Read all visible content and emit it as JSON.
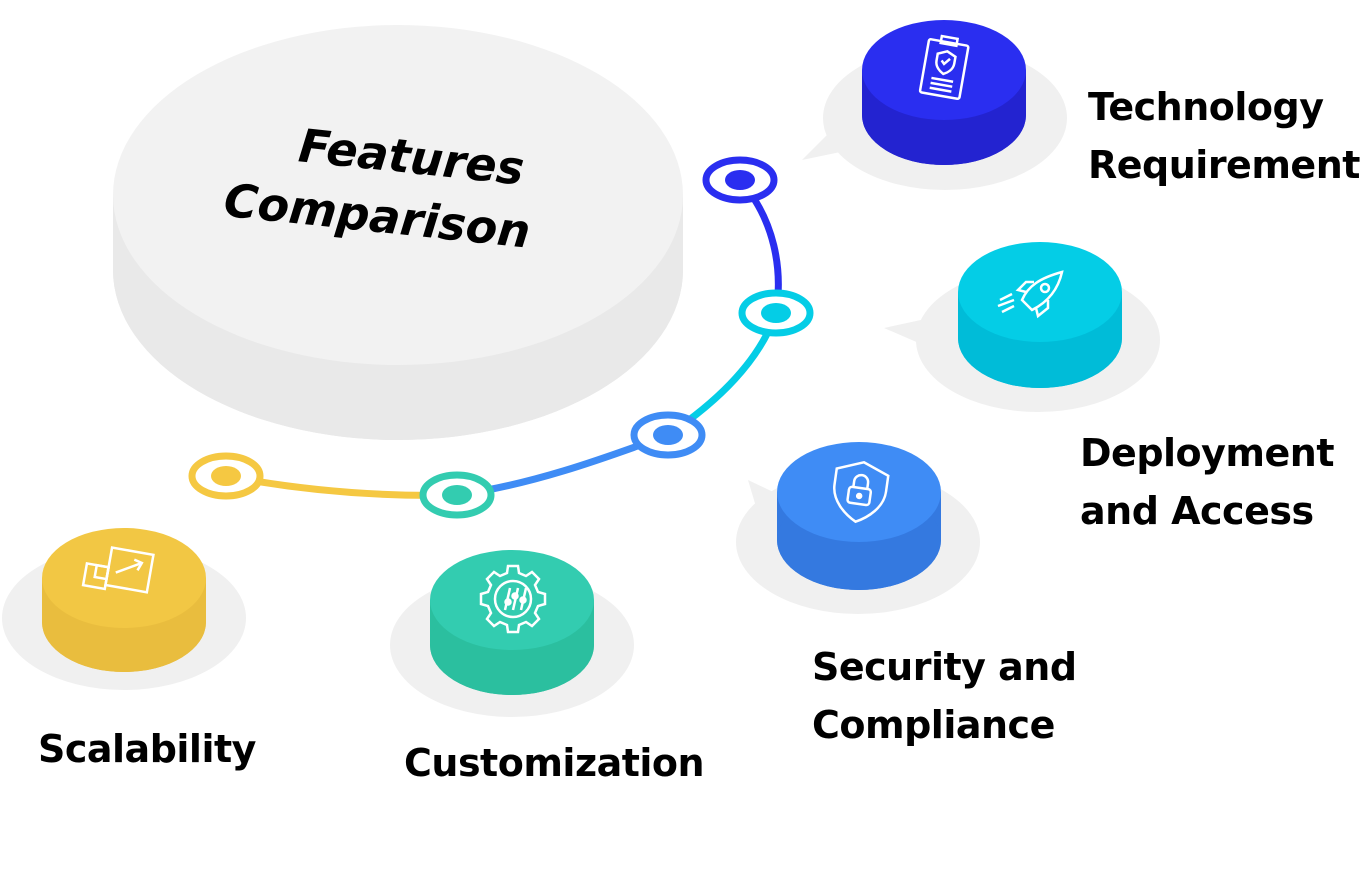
{
  "title": {
    "line1": "Features",
    "line2": "Comparison"
  },
  "features": [
    {
      "id": "scalability",
      "label_lines": [
        "Scalability"
      ],
      "icon": "resize-arrow-icon",
      "color_top": "#f2c744",
      "color_side": "#e9bd3e"
    },
    {
      "id": "customization",
      "label_lines": [
        "Customization"
      ],
      "icon": "gear-sliders-icon",
      "color_top": "#33ccb0",
      "color_side": "#2bbf9f"
    },
    {
      "id": "security",
      "label_lines": [
        "Security and",
        "Compliance"
      ],
      "icon": "shield-lock-icon",
      "color_top": "#3f8cf5",
      "color_side": "#3479e0"
    },
    {
      "id": "deployment",
      "label_lines": [
        "Deployment",
        "and Access"
      ],
      "icon": "rocket-icon",
      "color_top": "#04cde6",
      "color_side": "#00bcd8"
    },
    {
      "id": "technology",
      "label_lines": [
        "Technology",
        "Requirements"
      ],
      "icon": "clipboard-shield-icon",
      "color_top": "#2a2ef0",
      "color_side": "#2323d0"
    }
  ],
  "timeline_colors": [
    "#f5c842",
    "#33ccb0",
    "#3f8cf5",
    "#04cde6",
    "#2a2ef0"
  ],
  "colors": {
    "base_top": "#f2f2f2",
    "base_side": "#e9e9e9",
    "bubble": "#f0f0f0",
    "text": "#000000"
  }
}
